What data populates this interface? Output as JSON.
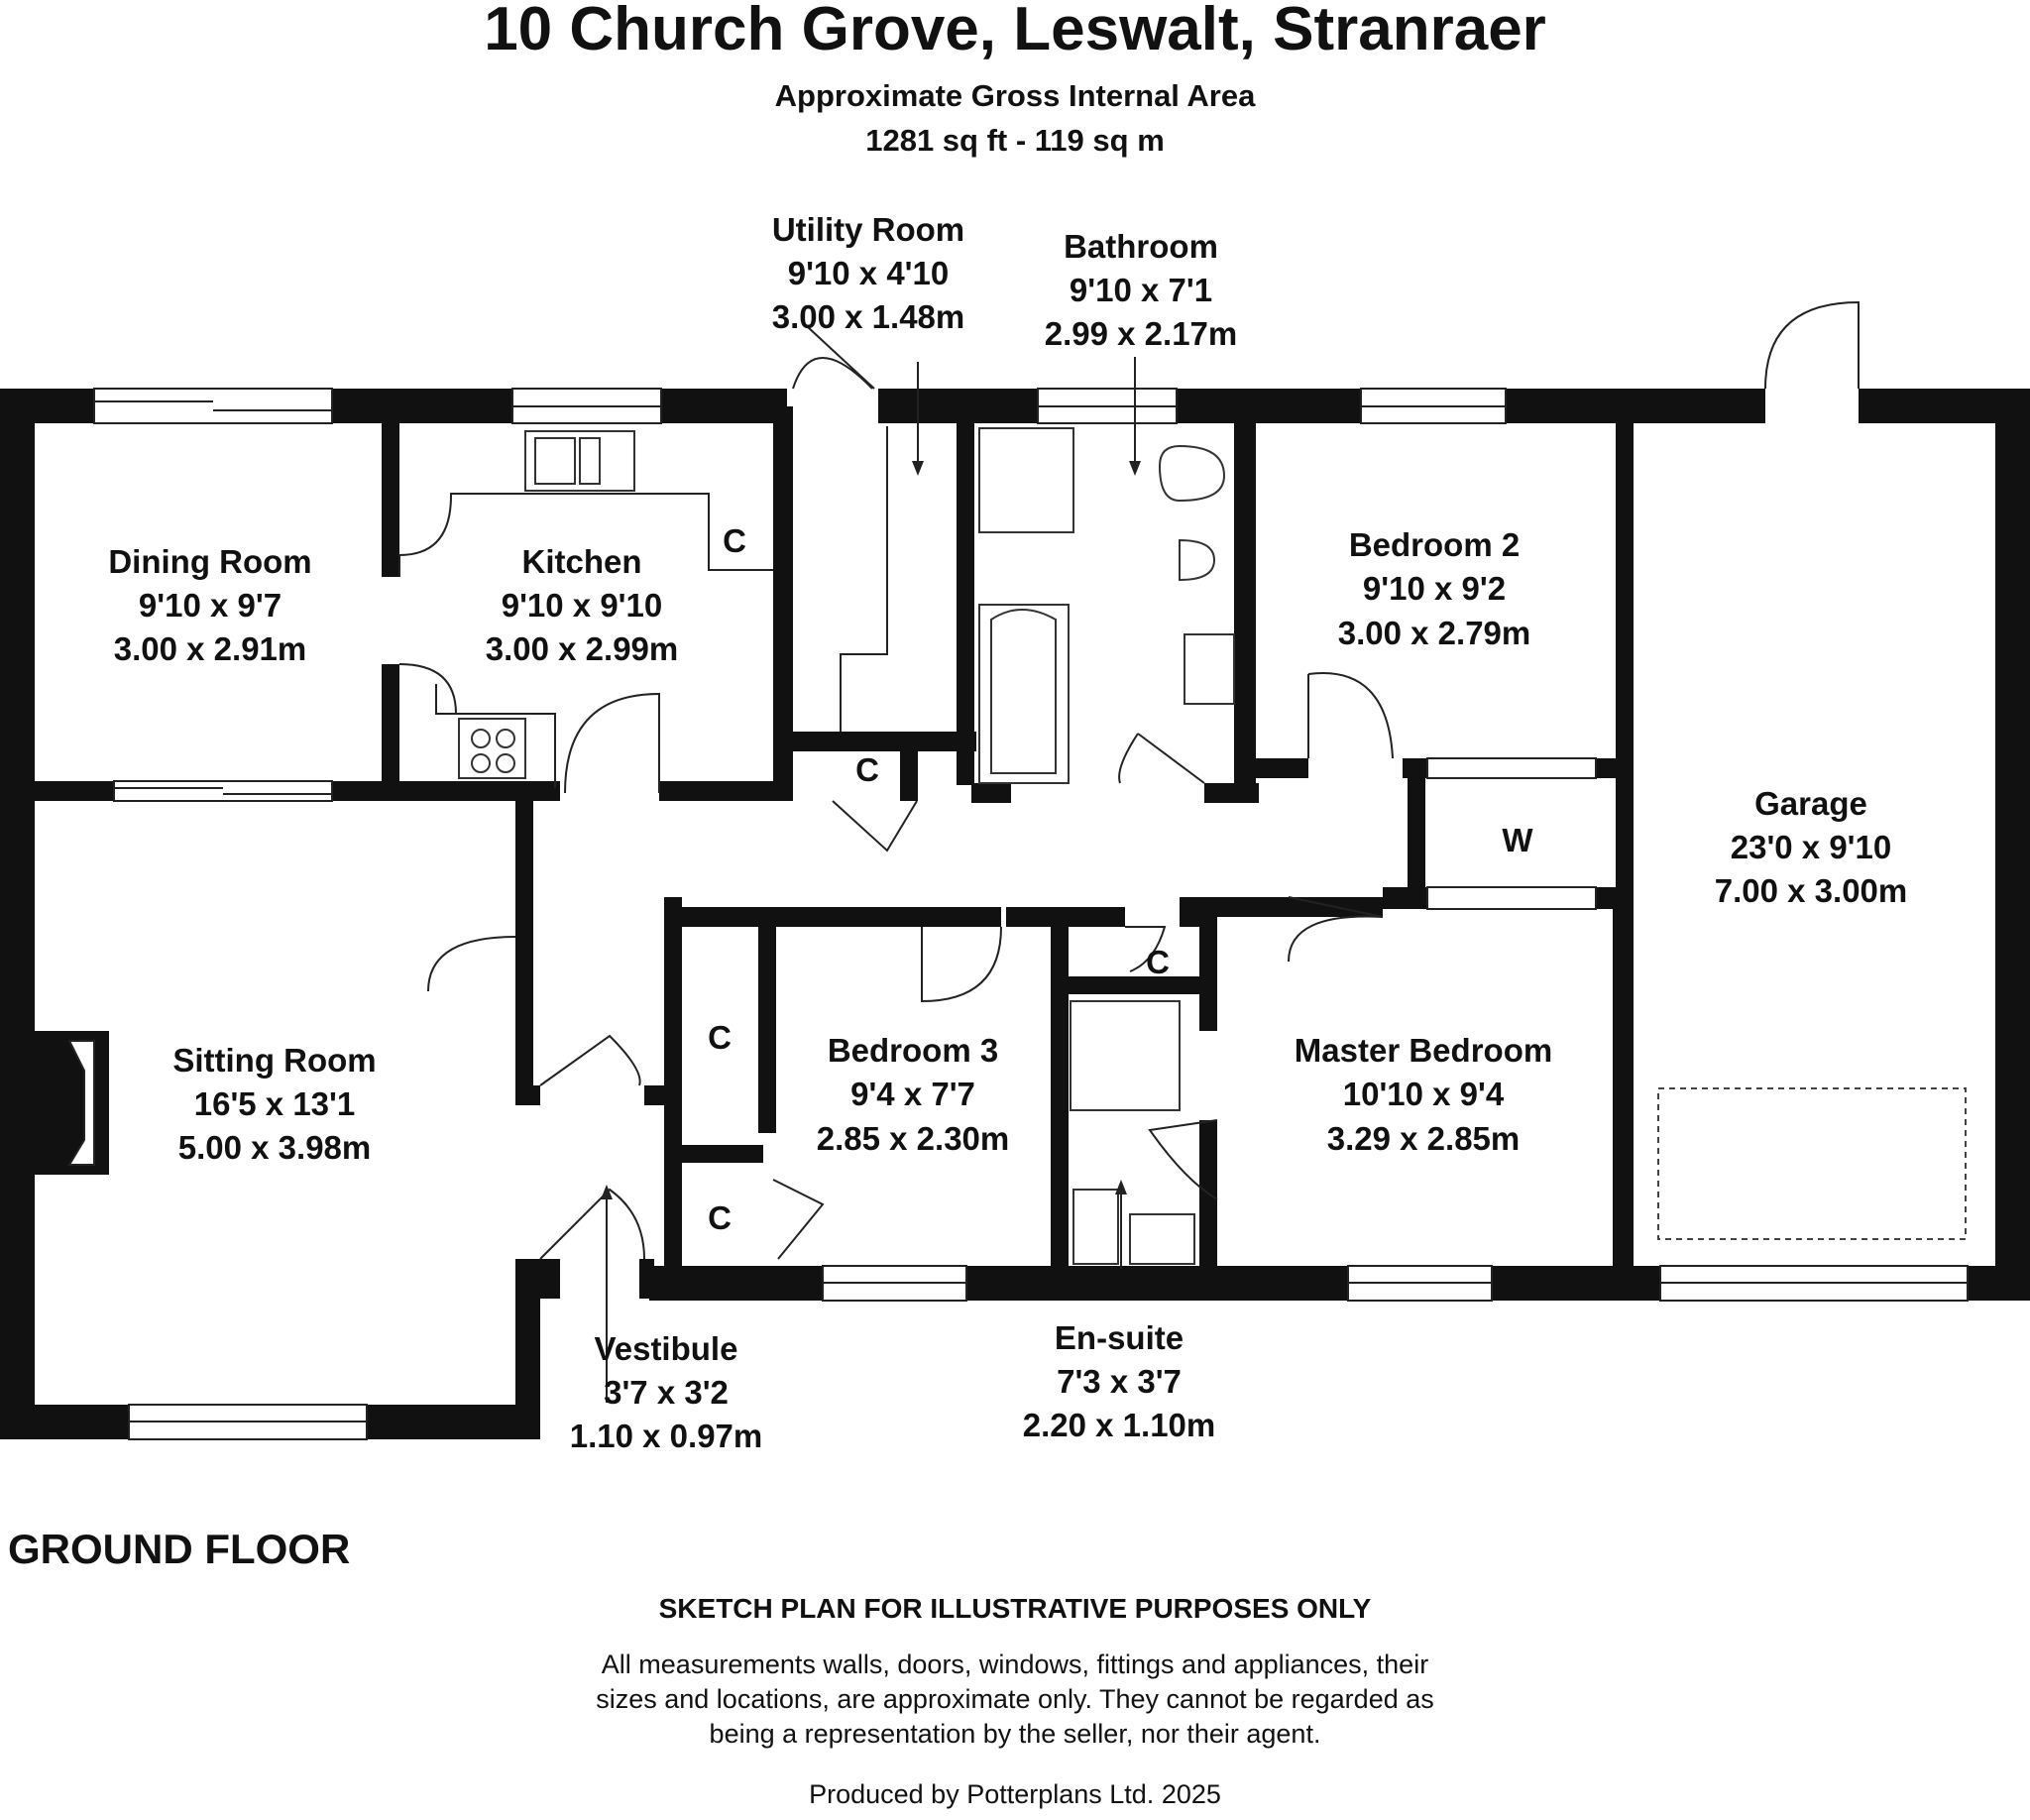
{
  "header": {
    "title": "10 Church Grove, Leswalt, Stranraer",
    "subtitle": "Approximate Gross Internal Area",
    "area": "1281 sq ft - 119 sq m"
  },
  "rooms": [
    {
      "name": "Utility Room",
      "imperial": "9'10 x 4'10",
      "metric": "3.00 x 1.48m"
    },
    {
      "name": "Bathroom",
      "imperial": "9'10 x 7'1",
      "metric": "2.99 x 2.17m"
    },
    {
      "name": "Dining Room",
      "imperial": "9'10 x 9'7",
      "metric": "3.00 x 2.91m"
    },
    {
      "name": "Kitchen",
      "imperial": "9'10 x 9'10",
      "metric": "3.00 x 2.99m"
    },
    {
      "name": "Bedroom 2",
      "imperial": "9'10 x 9'2",
      "metric": "3.00 x 2.79m"
    },
    {
      "name": "Garage",
      "imperial": "23'0 x 9'10",
      "metric": "7.00 x 3.00m"
    },
    {
      "name": "Sitting Room",
      "imperial": "16'5 x 13'1",
      "metric": "5.00 x 3.98m"
    },
    {
      "name": "Bedroom 3",
      "imperial": "9'4 x 7'7",
      "metric": "2.85 x 2.30m"
    },
    {
      "name": "Master Bedroom",
      "imperial": "10'10 x 9'4",
      "metric": "3.29 x 2.85m"
    },
    {
      "name": "Vestibule",
      "imperial": "3'7 x 3'2",
      "metric": "1.10 x 0.97m"
    },
    {
      "name": "En-suite",
      "imperial": "7'3 x 3'7",
      "metric": "2.20 x 1.10m"
    }
  ],
  "cupboard_label": "C",
  "wardrobe_label": "W",
  "floor_label": "GROUND FLOOR",
  "disclaimer": {
    "heading": "SKETCH PLAN FOR ILLUSTRATIVE PURPOSES ONLY",
    "lines": [
      "All measurements walls, doors, windows, fittings and appliances, their",
      "sizes and locations, are approximate only. They cannot be regarded as",
      "being a representation by the seller, nor their agent."
    ]
  },
  "credit": "Produced by Potterplans Ltd. 2025"
}
